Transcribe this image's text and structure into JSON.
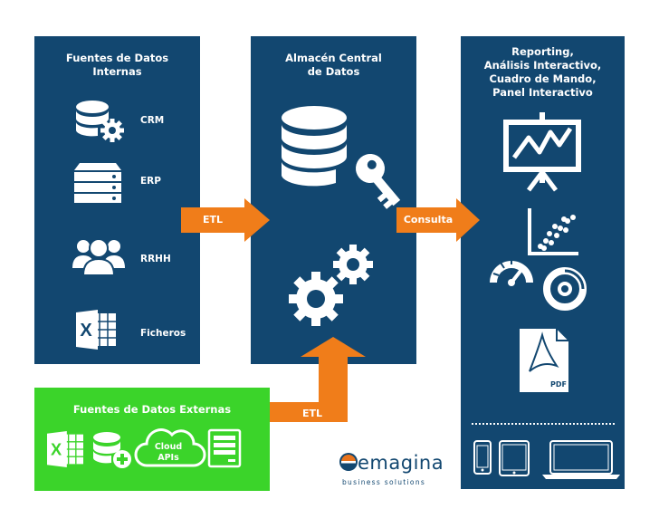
{
  "left_panel": {
    "title_line1": "Fuentes de Datos",
    "title_line2": "Internas",
    "items": [
      {
        "label": "CRM",
        "icon": "database-gear-icon"
      },
      {
        "label": "ERP",
        "icon": "server-icon"
      },
      {
        "label": "RRHH",
        "icon": "users-icon"
      },
      {
        "label": "Ficheros",
        "icon": "excel-icon"
      }
    ]
  },
  "center_panel": {
    "title_line1": "Almacén Central",
    "title_line2": "de Datos"
  },
  "right_panel": {
    "title_lines": [
      "Reporting,",
      "Análisis Interactivo,",
      "Cuadro de Mando,",
      "Panel Interactivo"
    ],
    "pdf_label": "PDF"
  },
  "arrows": {
    "etl_left": "ETL",
    "consulta": "Consulta",
    "etl_bottom": "ETL"
  },
  "external": {
    "title": "Fuentes de Datos Externas",
    "cloud_line1": "Cloud",
    "cloud_line2": "APIs"
  },
  "logo": {
    "name": "emagina",
    "tagline": "business solutions"
  },
  "colors": {
    "panel": "#124770",
    "arrow": "#f07d1a",
    "green": "#3bd42a",
    "logo_orange": "#e8731c"
  }
}
